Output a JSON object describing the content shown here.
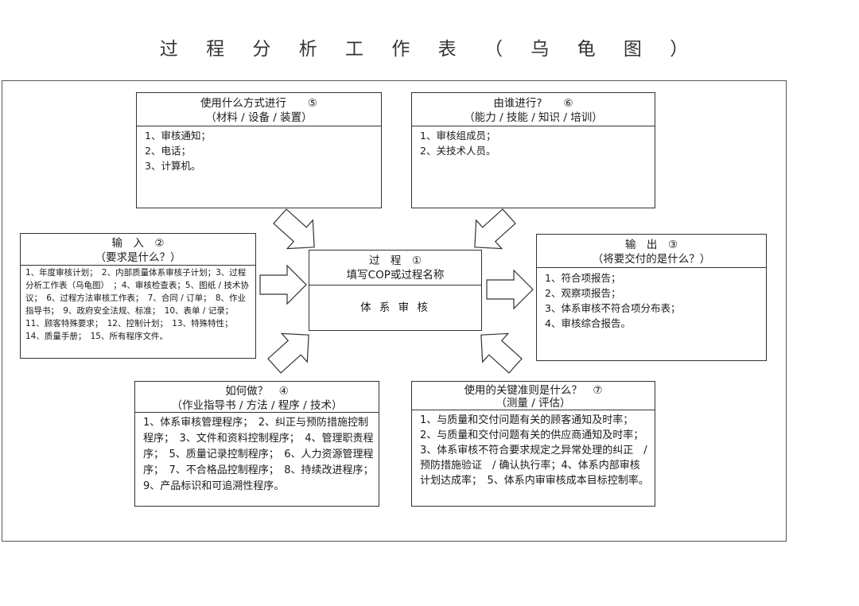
{
  "title": "过 程 分 析 工 作 表 （ 乌 龟 图 ）",
  "box5": {
    "head_line1": "使用什么方式进行　　⑤",
    "head_line2": "（材料 / 设备 / 装置）",
    "items": [
      "1、审核通知；",
      "2、电话；",
      "3、计算机。"
    ]
  },
  "box6": {
    "head_line1": "由谁进行?　　⑥",
    "head_line2": "（能力 / 技能 / 知识 / 培训）",
    "items": [
      "1、审核组成员；",
      "2、关技术人员。"
    ]
  },
  "box2": {
    "head_line1": "输　入　②",
    "head_line2": "（要求是什么？）",
    "text": "1、年度审核计划；　2、内部质量体系审核子计划；3、过程分析工作表（乌龟图）　；4、审核检查表；5、图纸 / 技术协议；　6、过程方法审核工作表；　7、合同 / 订单；　8、作业指导书；　9、政府安全法规、标准；　10、表单 / 记录；　11、顾客特殊要求；　12、控制计划；　13、特殊特性；　14、质量手册；　15、所有程序文件。"
  },
  "box1": {
    "head_line1": "过　程　①",
    "head_line2": "填写COP或过程名称",
    "body": "体 系 审 核"
  },
  "box3": {
    "head_line1": "输　出　③",
    "head_line2": "（将要交付的是什么？）",
    "items": [
      "1、符合项报告；",
      "2、观察项报告；",
      "3、体系审核不符合项分布表；",
      "4、审核综合报告。"
    ]
  },
  "box4": {
    "head_line1": "如何做？　④",
    "head_line2": "（作业指导书 / 方法 / 程序 / 技术）",
    "text": "1、体系审核管理程序；　2、纠正与预防措施控制程序；　3、文件和资料控制程序；　4、管理职责程序；　5、质量记录控制程序；　6、人力资源管理程序；　7、不合格品控制程序；　8、持续改进程序；　9、产品标识和可追溯性程序。"
  },
  "box7": {
    "head_line1": "使用的关键准则是什么？　⑦",
    "head_line2": "（测量 / 评估）",
    "text": "1、与质量和交付问题有关的顾客通知及时率；　2、与质量和交付问题有关的供应商通知及时率；　3、体系审核不符合要求规定之异常处理的纠正　/ 预防措施验证　/ 确认执行率；4、体系内部审核计划达成率；　5、体系内审审核成本目标控制率。"
  }
}
